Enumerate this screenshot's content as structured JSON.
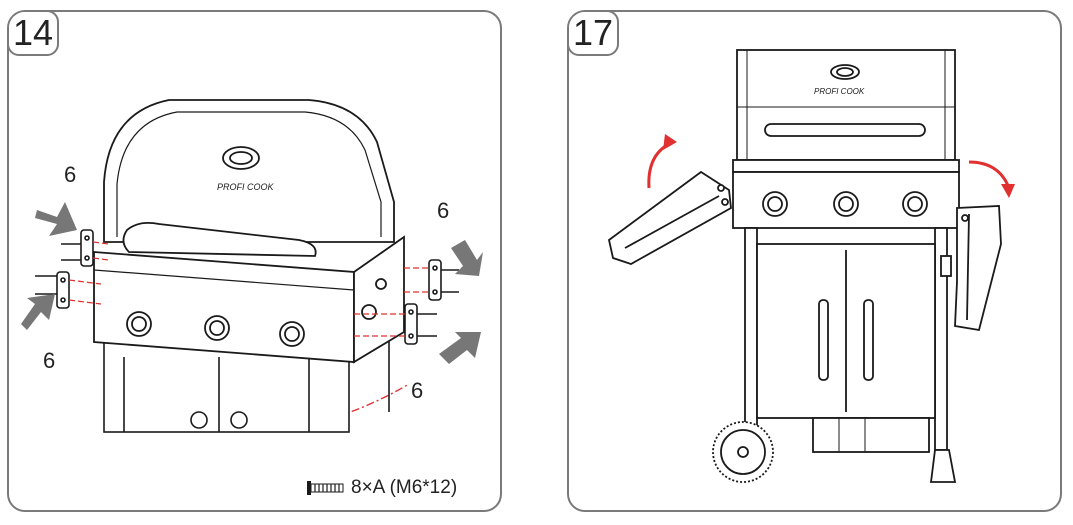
{
  "steps": [
    {
      "number": "14",
      "callout": "6",
      "hardware": "8×A (M6*12)"
    },
    {
      "number": "17"
    }
  ],
  "brand": "PROFI COOK",
  "colors": {
    "frame": "#7a7a7a",
    "line": "#1a1a1a",
    "accent": "#e03030"
  }
}
